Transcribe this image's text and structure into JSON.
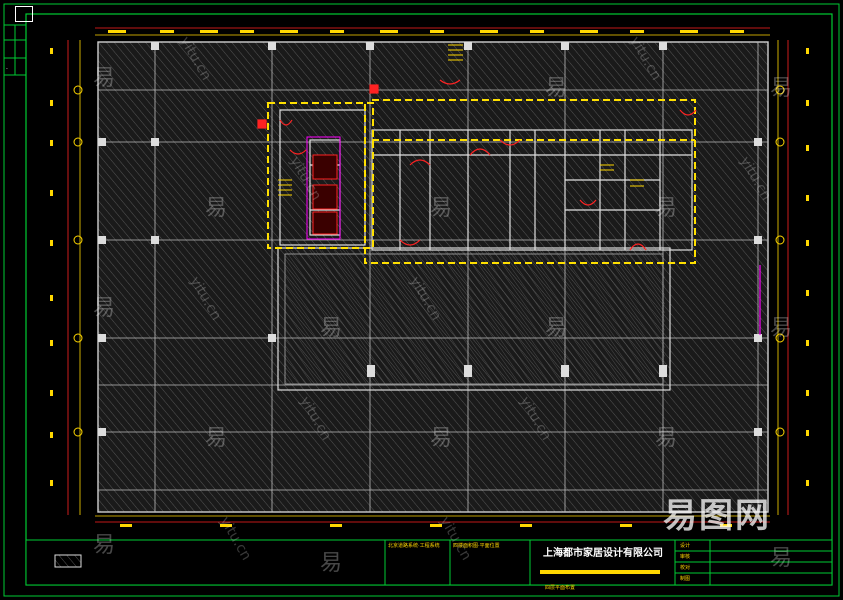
{
  "title_block": {
    "company": "上海都市家居设计有限公司",
    "notes_left": [
      "北京道路系统·工程系统"
    ],
    "notes_mid": [
      "四楼面积图·平面位置"
    ],
    "sheet_label": "四层平面布置",
    "rows": [
      "设计",
      "审核",
      "校对",
      "制图"
    ]
  },
  "watermark": {
    "char": "易",
    "site": "yitu.cn",
    "logo": "易图网"
  },
  "colors": {
    "frame": "#00cc33",
    "axis": "#ff2222",
    "dim": "#ffd700",
    "wall": "#cfcfcf",
    "highlight": "#ffe000",
    "accent": "#ff00ff"
  },
  "viewer": {
    "nav_icon": "navigation-box-icon"
  }
}
